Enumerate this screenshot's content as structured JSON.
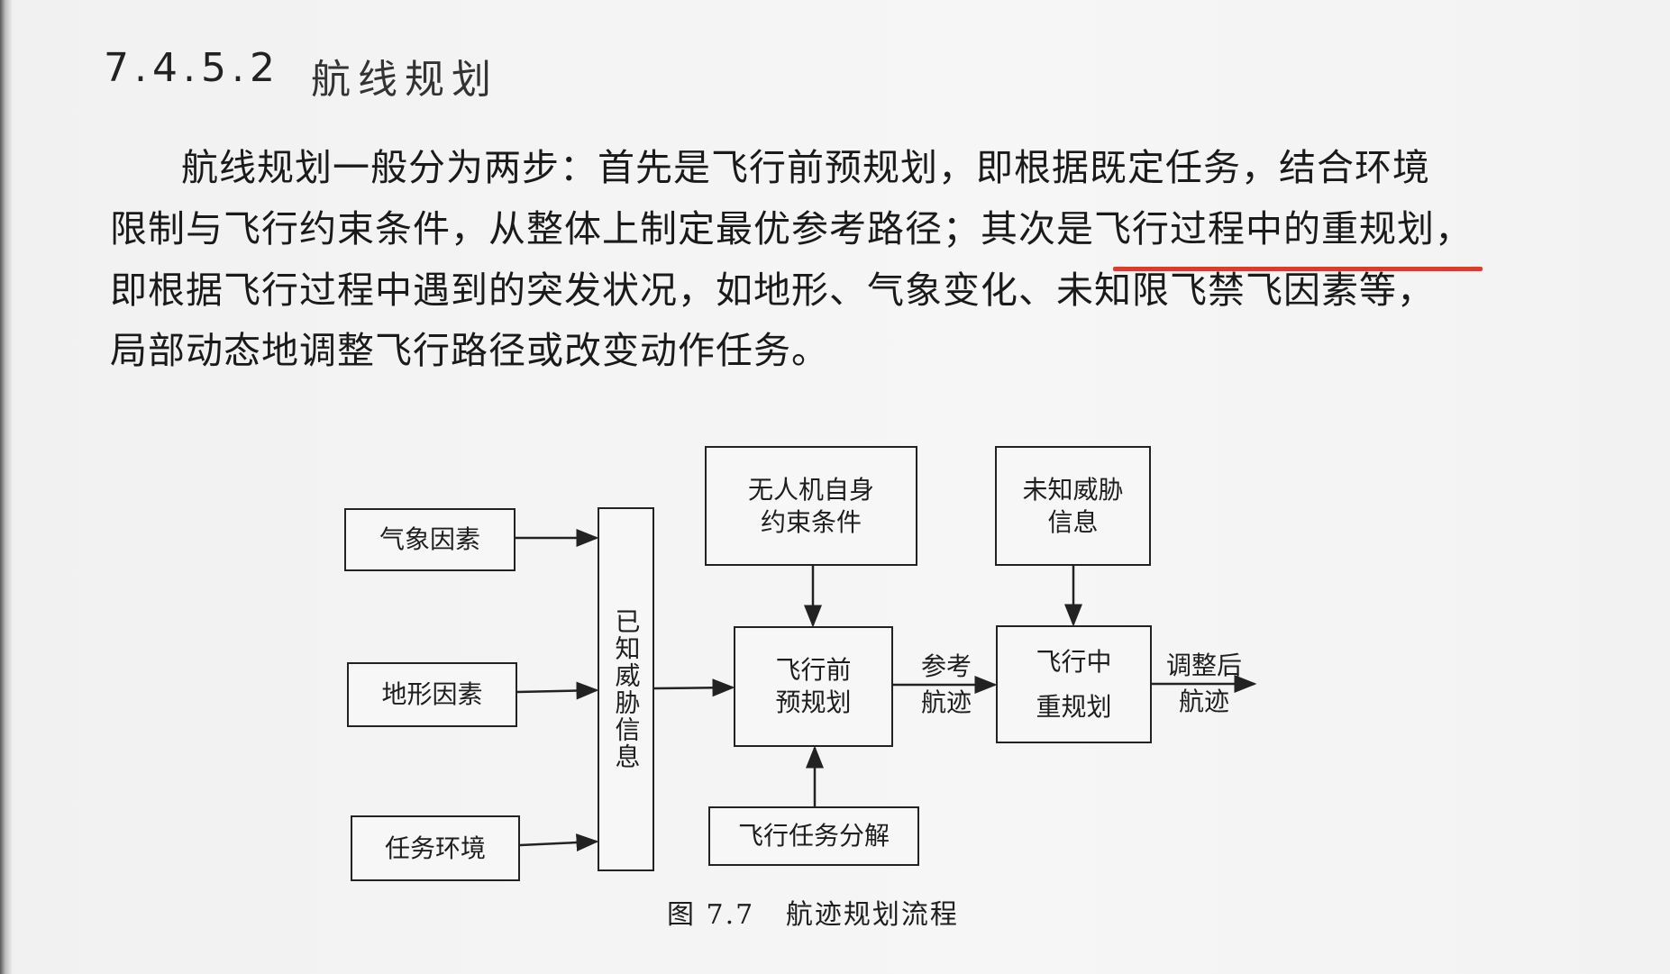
{
  "section": {
    "number": "7.4.5.2",
    "title": "航线规划"
  },
  "paragraph": {
    "lines": [
      "航线规划一般分为两步：首先是飞行前预规划，即根据既定任务，结合环境",
      "限制与飞行约束条件，从整体上制定最优参考路径；其次是飞行过程中的重规划，",
      "即根据飞行过程中遇到的突发状况，如地形、气象变化、未知限飞禁飞因素等，",
      "局部动态地调整飞行路径或改变动作任务。"
    ],
    "highlight_color": "#e23a2a"
  },
  "diagram": {
    "weather": "气象因素",
    "terrain": "地形因素",
    "mission_env": "任务环境",
    "known_threat": "已知威胁信息",
    "uav_constraints_1": "无人机自身",
    "uav_constraints_2": "约束条件",
    "preplan_1": "飞行前",
    "preplan_2": "预规划",
    "task_decomp": "飞行任务分解",
    "unknown_threat_1": "未知威胁",
    "unknown_threat_2": "信息",
    "replan_1": "飞行中",
    "replan_2": "重规划",
    "ref_track_1": "参考",
    "ref_track_2": "航迹",
    "adjusted_1": "调整后",
    "adjusted_2": "航迹",
    "caption": "图 7.7   航迹规划流程"
  }
}
